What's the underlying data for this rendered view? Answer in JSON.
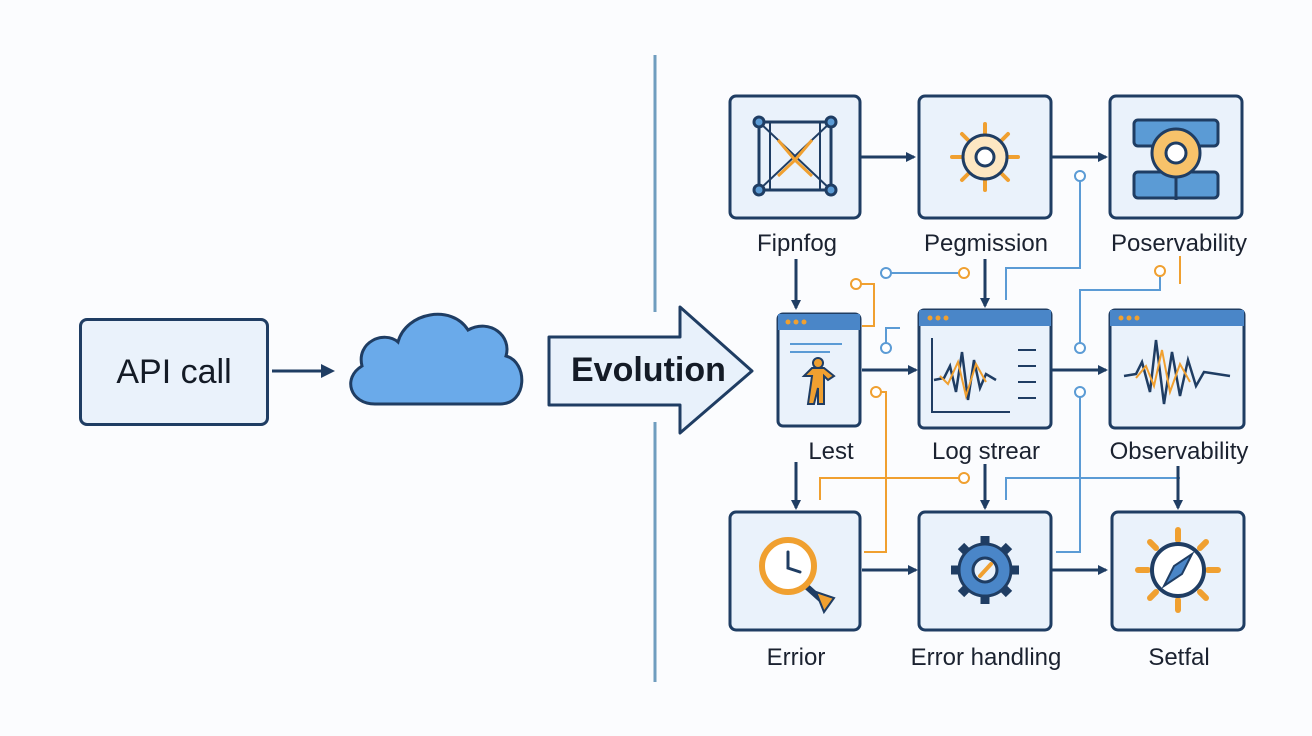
{
  "left": {
    "api_call_label": "API call",
    "evolution_label": "Evolution"
  },
  "nodes": [
    {
      "id": "fipnfog",
      "label": "Fipnfog",
      "icon": "network-frame-icon",
      "row": 0,
      "col": 0
    },
    {
      "id": "pegmission",
      "label": "Pegmission",
      "icon": "gear-wheel-icon",
      "row": 0,
      "col": 1
    },
    {
      "id": "poservability",
      "label": "Poservability",
      "icon": "pipe-gauge-icon",
      "row": 0,
      "col": 2
    },
    {
      "id": "lest",
      "label": "Lest",
      "icon": "person-window-icon",
      "row": 1,
      "col": 0
    },
    {
      "id": "log-strear",
      "label": "Log strear",
      "icon": "waveform-window-icon",
      "row": 1,
      "col": 1
    },
    {
      "id": "observability",
      "label": "Observability",
      "icon": "waveform-window-icon",
      "row": 1,
      "col": 2
    },
    {
      "id": "errior",
      "label": "Errior",
      "icon": "magnifier-clock-icon",
      "row": 2,
      "col": 0
    },
    {
      "id": "error-handling",
      "label": "Error handling",
      "icon": "gear-icon",
      "row": 2,
      "col": 1
    },
    {
      "id": "setfal",
      "label": "Setfal",
      "icon": "compass-icon",
      "row": 2,
      "col": 2
    }
  ],
  "colors": {
    "navy": "#1f3d63",
    "box_fill": "#eaf2fb",
    "cloud": "#6aaaea",
    "orange": "#f0a030",
    "connector_blue": "#5b9bd5",
    "divider": "#6f9dbf"
  }
}
